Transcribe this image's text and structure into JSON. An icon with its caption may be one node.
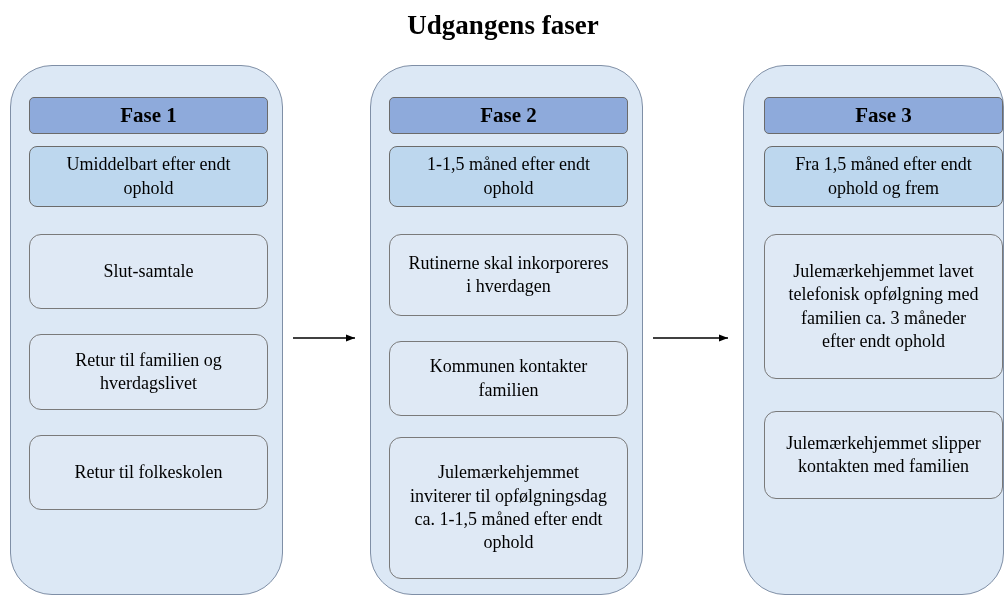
{
  "diagram": {
    "title": "Udgangens faser",
    "nodes": [
      {
        "text": [],
        "shape": "box"
      },
      {
        "text": [
          "Fase 1"
        ],
        "in": 0
      },
      {
        "text": [
          "Umiddelbart efter endt ophold"
        ],
        "in": 0
      },
      {
        "text": [
          "Slut-samtale"
        ],
        "in": 0
      },
      {
        "text": [
          "Retur til familien og hverdagslivet"
        ],
        "in": 0
      },
      {
        "text": [
          "Retur til folkeskolen"
        ],
        "in": 0
      },
      {
        "text": [],
        "shape": "box"
      },
      {
        "text": [
          "Fase 2"
        ],
        "in": 6
      },
      {
        "text": [
          "1-1,5 måned efter endt ophold"
        ],
        "in": 6
      },
      {
        "text": [
          "Rutinerne skal inkorporeres i hverdagen"
        ],
        "in": 6
      },
      {
        "text": [
          "Kommunen kontakter familien"
        ],
        "in": 6
      },
      {
        "text": [
          "Julemærkehjemmet inviterer til opfølgningsdag ca. 1-1,5 måned efter endt ophold"
        ],
        "in": 6
      },
      {
        "text": [],
        "shape": "box"
      },
      {
        "text": [
          "Fase 3"
        ],
        "in": 12
      },
      {
        "text": [
          "Fra 1,5 måned efter endt ophold og frem"
        ],
        "in": 12
      },
      {
        "text": [
          "Julemærkehjemmet lavet telefonisk opfølgning med familien ca. 3 måneder efter endt ophold"
        ],
        "in": 12
      },
      {
        "text": [
          "Julemærkehjemmet slipper kontakten med familien"
        ],
        "in": 12
      }
    ],
    "edges": [
      {
        "from": 0,
        "to": 6,
        "arrow": "to"
      },
      {
        "from": 6,
        "to": 12,
        "arrow": "to"
      }
    ]
  }
}
